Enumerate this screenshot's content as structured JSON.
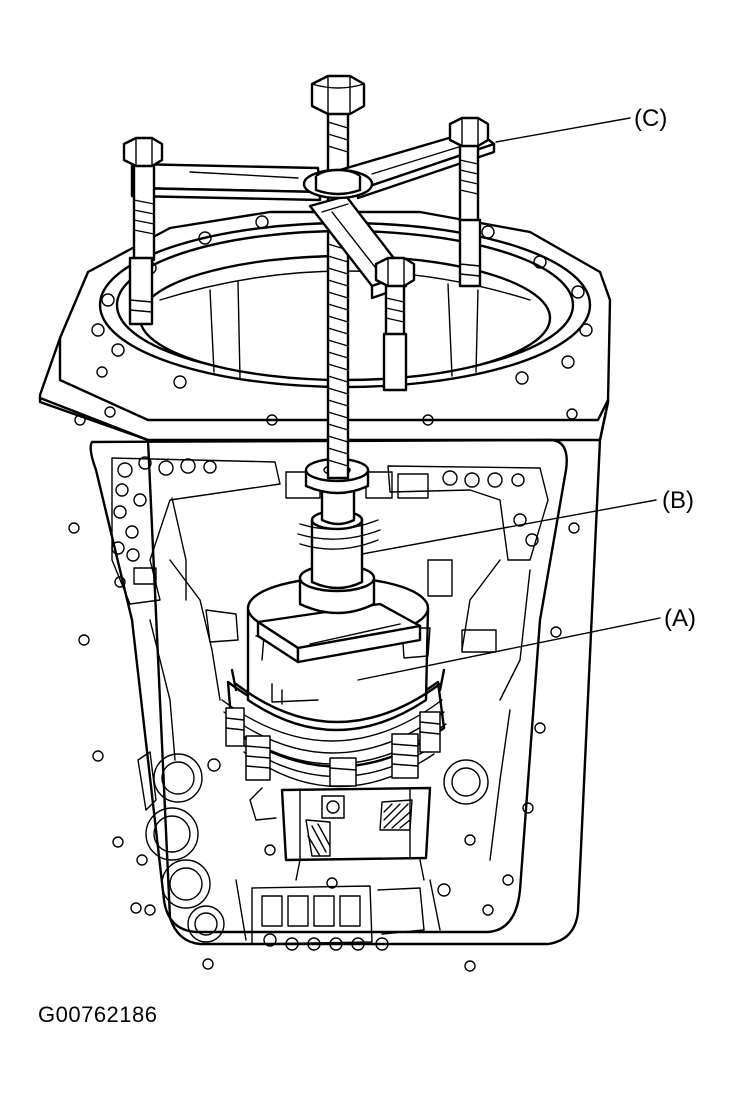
{
  "callouts": {
    "c": "(C)",
    "b": "(B)",
    "a": "(A)"
  },
  "figure_id": "G00762186"
}
